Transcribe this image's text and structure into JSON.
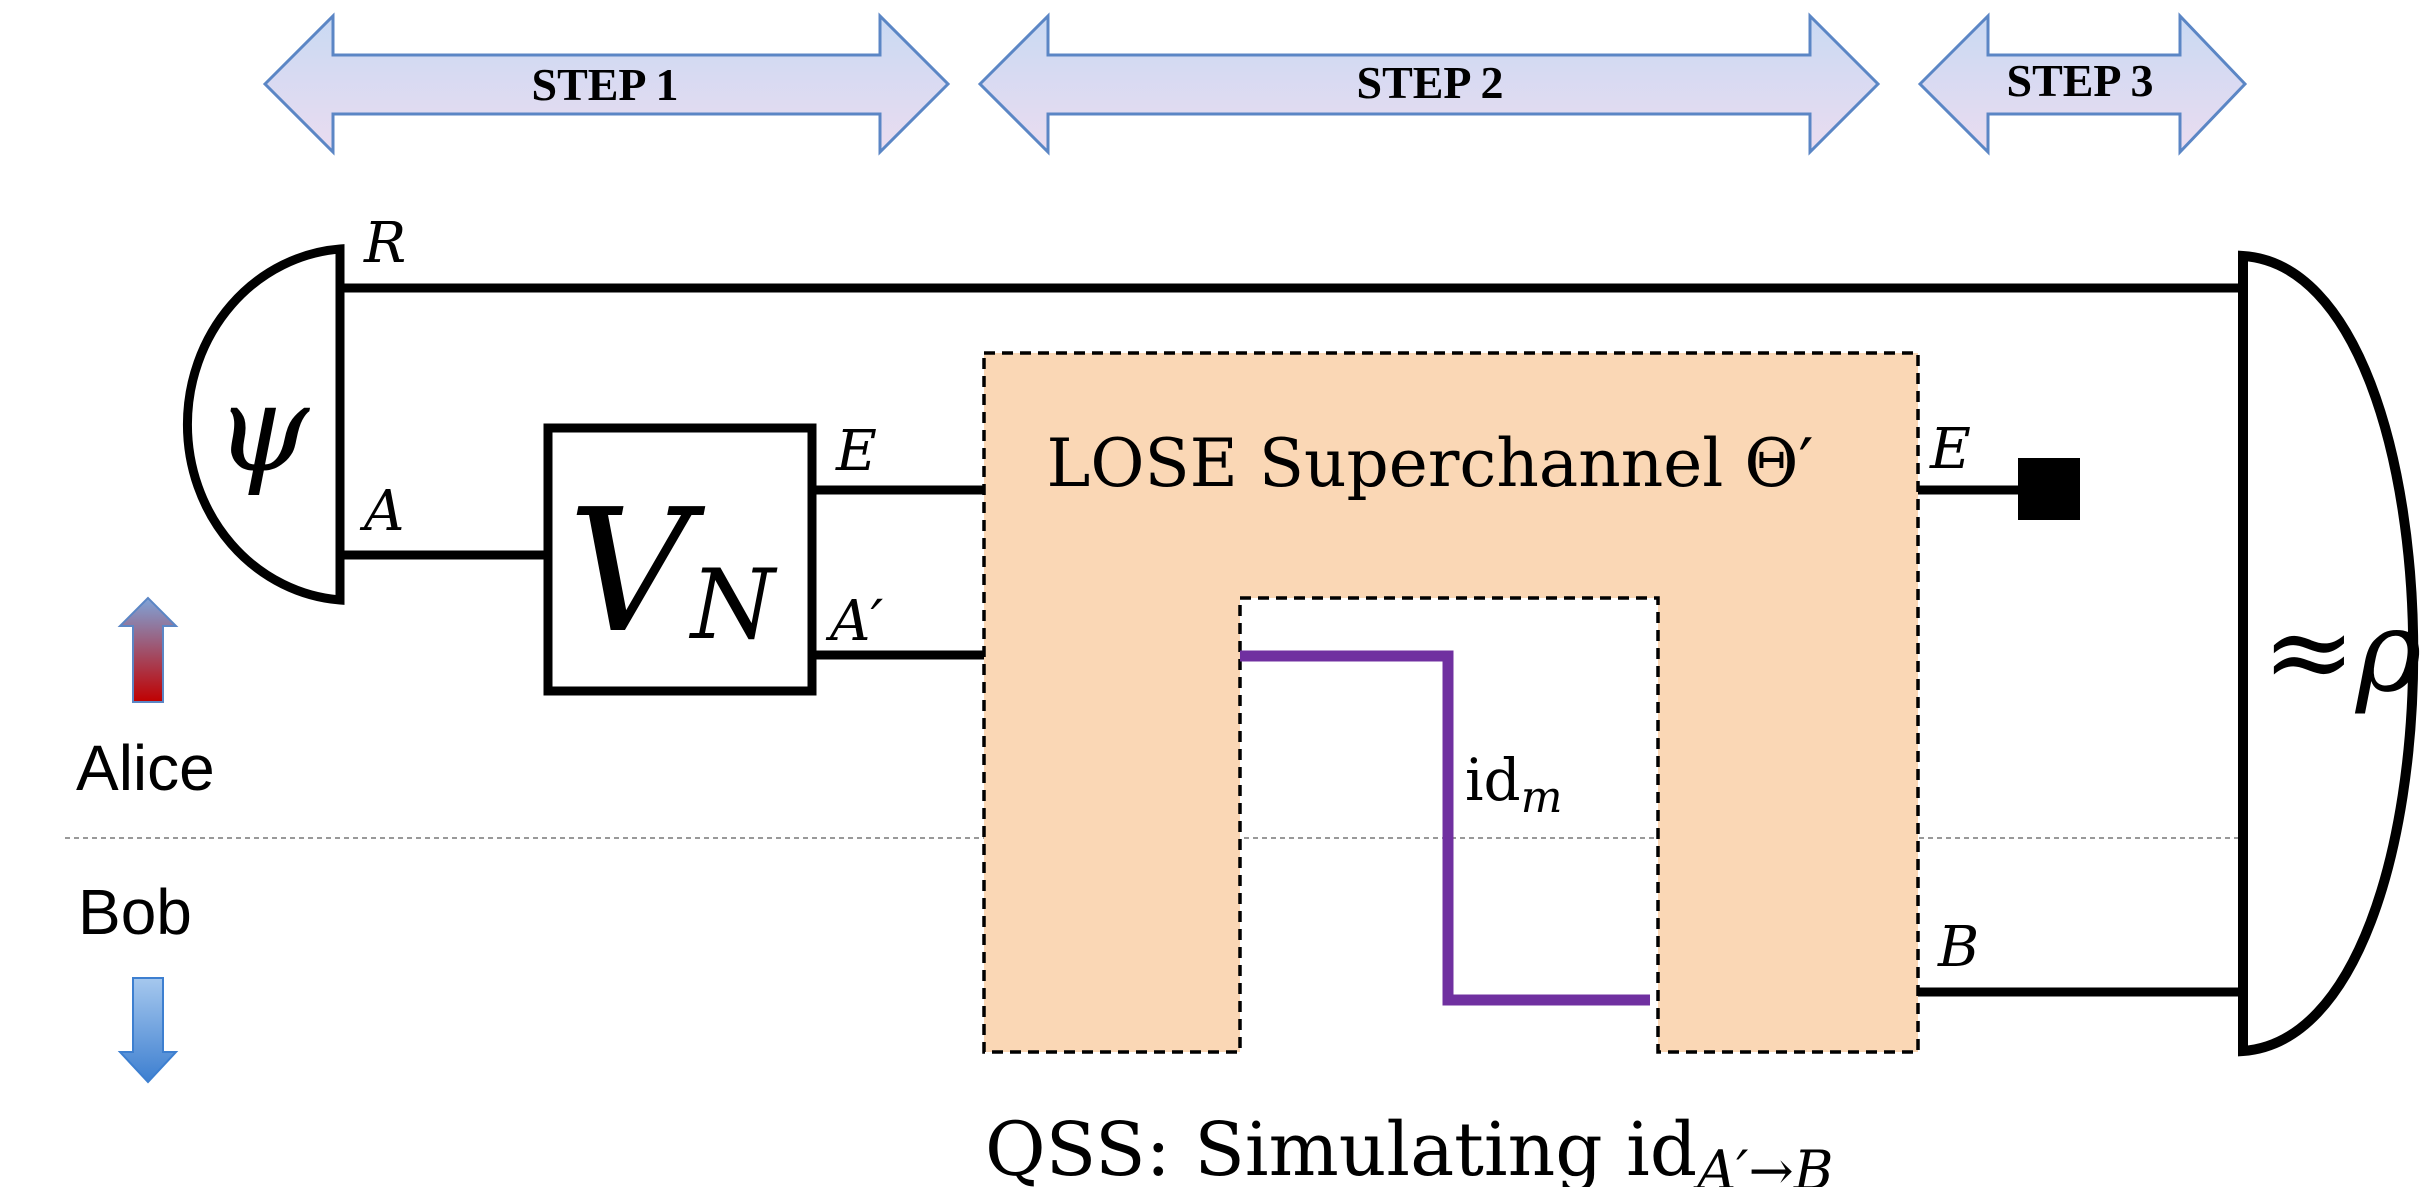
{
  "steps": [
    {
      "label": "STEP 1"
    },
    {
      "label": "STEP 2"
    },
    {
      "label": "STEP 3"
    }
  ],
  "state": {
    "symbol": "ψ"
  },
  "wires": {
    "R": "R",
    "A": "A",
    "E_in": "E",
    "A_prime": "A′",
    "E_out": "E",
    "B": "B"
  },
  "isometry": {
    "script": "V",
    "subscript": "N"
  },
  "superchannel": {
    "label": "LOSE Superchannel Θ′"
  },
  "identity": {
    "base": "id",
    "subscript": "m"
  },
  "output": {
    "label": "≈ρ"
  },
  "parties": {
    "alice": "Alice",
    "bob": "Bob"
  },
  "caption": {
    "text": "QSS: Simulating id",
    "subscript": "A′→B"
  },
  "colors": {
    "arrow_fill_top": "#c9d9f3",
    "arrow_fill_bottom": "#eadcf0",
    "arrow_stroke": "#5b86c5",
    "superchannel_fill": "#fad7b5",
    "identity_wire": "#7030a0",
    "alice_arrow_top": "#7fa4d8",
    "alice_arrow_bottom": "#c00000",
    "bob_arrow_top": "#a6c8ee",
    "bob_arrow_bottom": "#3d7fd0"
  }
}
